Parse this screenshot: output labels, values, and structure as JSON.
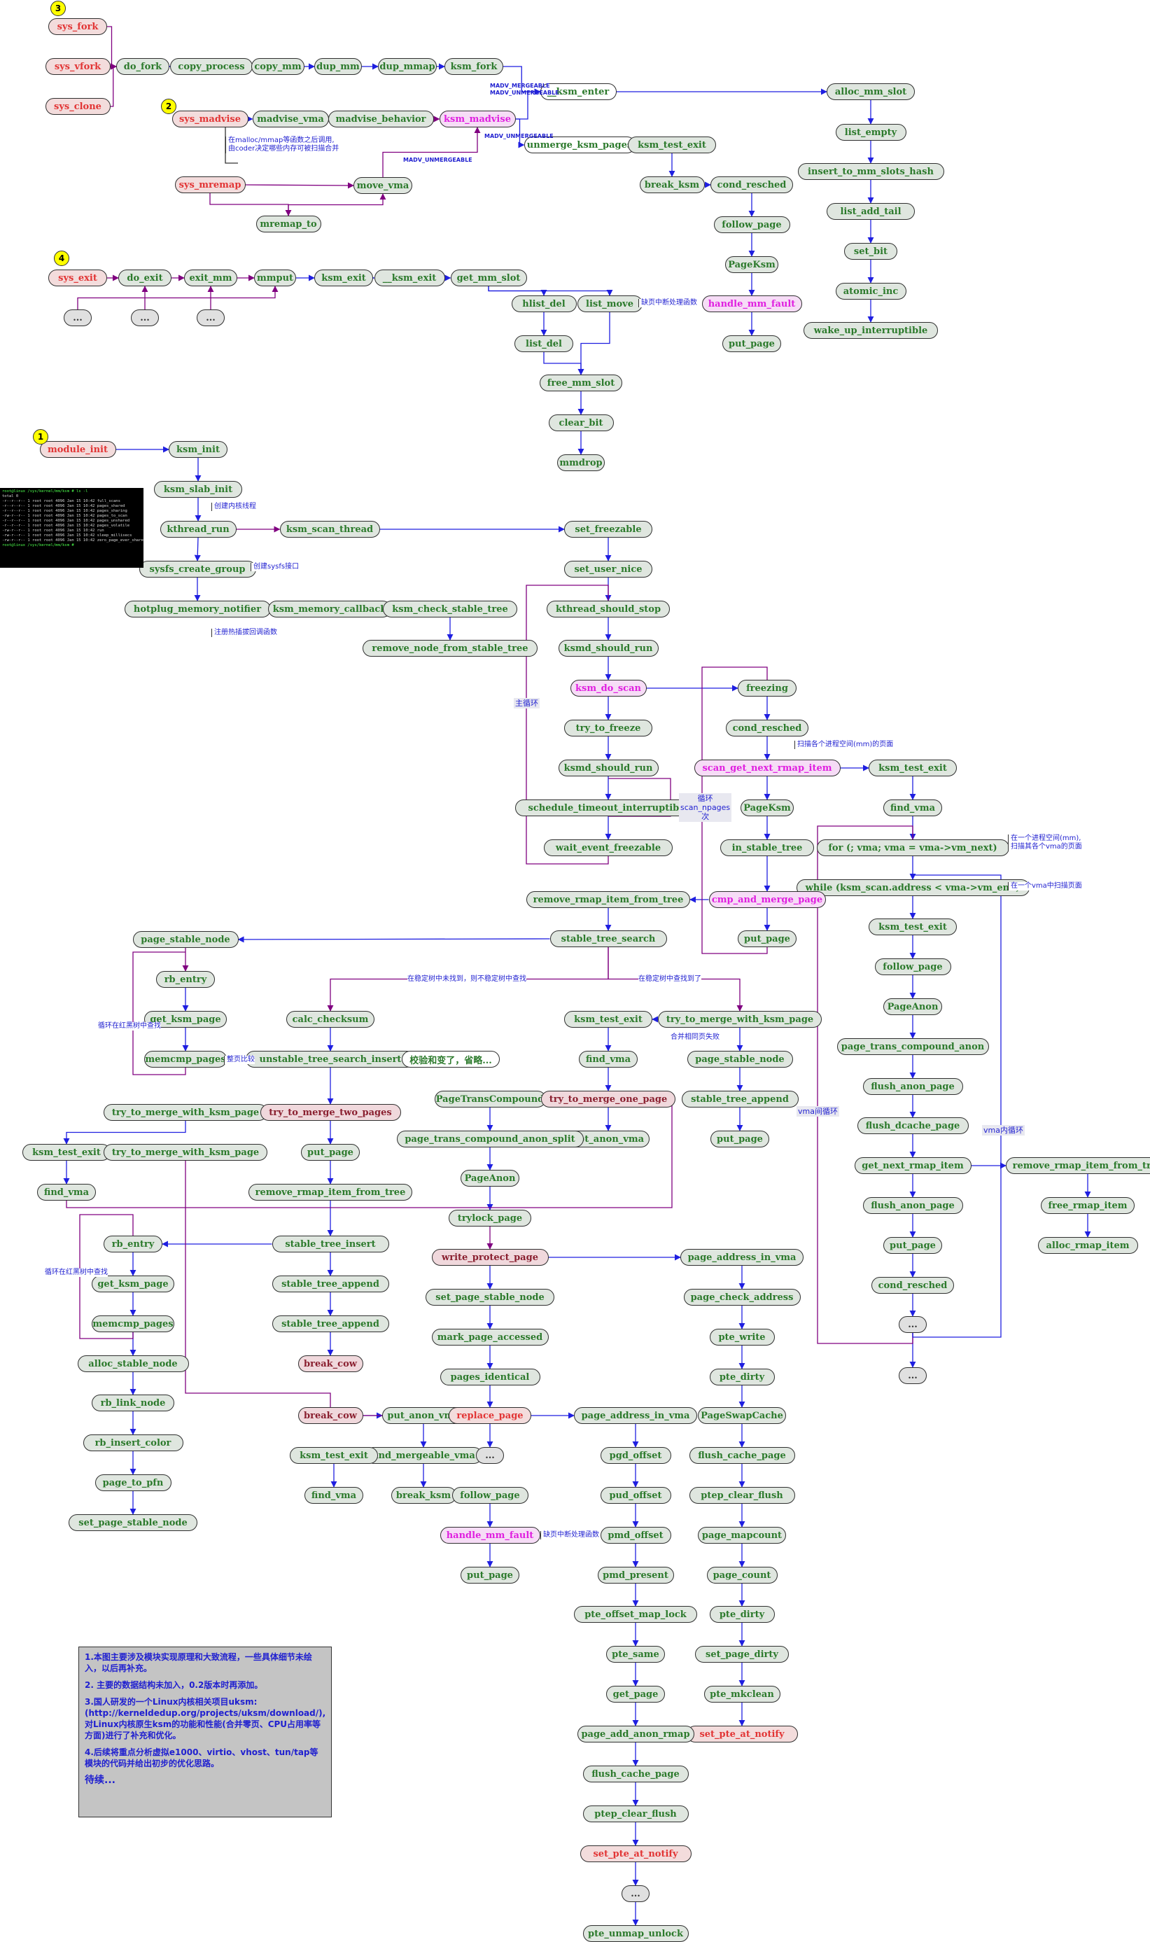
{
  "badges": [
    "1",
    "2",
    "3",
    "4"
  ],
  "nodes": {
    "n001": "sys_fork",
    "n002": "sys_vfork",
    "n003": "sys_clone",
    "n004": "do_fork",
    "n005": "copy_process",
    "n006": "copy_mm",
    "n007": "dup_mm",
    "n008": "dup_mmap",
    "n009": "ksm_fork",
    "n010": "__ksm_enter",
    "n011": "alloc_mm_slot",
    "n012": "list_empty",
    "n013": "insert_to_mm_slots_hash",
    "n014": "list_add_tail",
    "n015": "set_bit",
    "n016": "atomic_inc",
    "n017": "wake_up_interruptible",
    "n018": "sys_madvise",
    "n019": "madvise_vma",
    "n020": "madvise_behavior",
    "n021": "ksm_madvise",
    "n022": "unmerge_ksm_pages",
    "n023": "ksm_test_exit",
    "n024": "break_ksm",
    "n025": "cond_resched",
    "n026": "follow_page",
    "n027": "PageKsm",
    "n028": "handle_mm_fault",
    "n029": "put_page",
    "n030": "sys_mremap",
    "n031": "move_vma",
    "n032": "mremap_to",
    "n033": "sys_exit",
    "n034": "do_exit",
    "n035": "exit_mm",
    "n036": "mmput",
    "n037": "ksm_exit",
    "n038": "__ksm_exit",
    "n039": "get_mm_slot",
    "n040": "hlist_del",
    "n041": "list_move",
    "n042": "list_del",
    "n043": "free_mm_slot",
    "n044": "clear_bit",
    "n045": "mmdrop",
    "n046": "...",
    "n047": "...",
    "n048": "...",
    "n049": "module_init",
    "n050": "ksm_init",
    "n051": "ksm_slab_init",
    "n052": "kthread_run",
    "n053": "ksm_scan_thread",
    "n054": "set_freezable",
    "n055": "sysfs_create_group",
    "n056": "set_user_nice",
    "n057": "hotplug_memory_notifier",
    "n058": "ksm_memory_callback",
    "n059": "ksm_check_stable_tree",
    "n060": "remove_node_from_stable_tree",
    "n061": "kthread_should_stop",
    "n062": "ksmd_should_run",
    "n063": "ksm_do_scan",
    "n064": "try_to_freeze",
    "n065": "ksmd_should_run",
    "n066": "schedule_timeout_interruptible",
    "n067": "wait_event_freezable",
    "n068": "freezing",
    "n069": "cond_resched",
    "n070": "scan_get_next_rmap_item",
    "n071": "ksm_test_exit",
    "n072": "find_vma",
    "n073": "PageKsm",
    "n074": "in_stable_tree",
    "n075": "for (; vma; vma = vma->vm_next)",
    "n076": "while (ksm_scan.address < vma->vm_end)",
    "n077": "cmp_and_merge_page",
    "n078": "remove_rmap_item_from_tree",
    "n079": "put_page",
    "n080": "stable_tree_search",
    "n081": "ksm_test_exit",
    "n082": "follow_page",
    "n083": "PageAnon",
    "n084": "page_trans_compound_anon",
    "n085": "flush_anon_page",
    "n086": "flush_dcache_page",
    "n087": "get_next_rmap_item",
    "n088": "remove_rmap_item_from_tree",
    "n089": "free_rmap_item",
    "n090": "alloc_rmap_item",
    "n091": "flush_anon_page",
    "n092": "put_page",
    "n093": "cond_resched",
    "n094": "...",
    "n095": "...",
    "n096": "page_stable_node",
    "n097": "rb_entry",
    "n098": "get_ksm_page",
    "n099": "memcmp_pages",
    "n100": "calc_checksum",
    "n101": "unstable_tree_search_insert",
    "n102": "校验和变了，省略...",
    "n103": "ksm_test_exit",
    "n104": "try_to_merge_with_ksm_page",
    "n105": "find_vma",
    "n106": "page_stable_node",
    "n107": "stable_tree_append",
    "n108": "put_page",
    "n109": "PageTransCompound",
    "n110": "try_to_merge_one_page",
    "n111": "get_anon_vma",
    "n112": "page_trans_compound_anon_split",
    "n113": "PageAnon",
    "n114": "trylock_page",
    "n115": "try_to_merge_with_ksm_page",
    "n116": "try_to_merge_two_pages",
    "n117": "ksm_test_exit",
    "n118": "try_to_merge_with_ksm_page",
    "n119": "find_vma",
    "n120": "put_page",
    "n121": "remove_rmap_item_from_tree",
    "n122": "rb_entry",
    "n123": "get_ksm_page",
    "n124": "memcmp_pages",
    "n125": "alloc_stable_node",
    "n126": "rb_link_node",
    "n127": "rb_insert_color",
    "n128": "page_to_pfn",
    "n129": "set_page_stable_node",
    "n130": "stable_tree_insert",
    "n131": "stable_tree_append",
    "n132": "stable_tree_append",
    "n133": "break_cow",
    "n134": "break_cow",
    "n135": "put_anon_vma",
    "n136": "find_mergeable_vma",
    "n137": "ksm_test_exit",
    "n138": "find_vma",
    "n139": "break_ksm",
    "n140": "follow_page",
    "n141": "handle_mm_fault",
    "n142": "put_page",
    "n143": "write_protect_page",
    "n144": "set_page_stable_node",
    "n145": "mark_page_accessed",
    "n146": "pages_identical",
    "n147": "replace_page",
    "n148": "...",
    "n149": "page_address_in_vma",
    "n150": "page_check_address",
    "n151": "pte_write",
    "n152": "pte_dirty",
    "n153": "PageSwapCache",
    "n154": "flush_cache_page",
    "n155": "ptep_clear_flush",
    "n156": "page_mapcount",
    "n157": "page_count",
    "n158": "pte_dirty",
    "n159": "set_page_dirty",
    "n160": "pte_mkclean",
    "n161": "set_pte_at_notify",
    "n162": "page_address_in_vma",
    "n163": "pgd_offset",
    "n164": "pud_offset",
    "n165": "pmd_offset",
    "n166": "pmd_present",
    "n167": "pte_offset_map_lock",
    "n168": "pte_same",
    "n169": "get_page",
    "n170": "page_add_anon_rmap",
    "n171": "flush_cache_page",
    "n172": "ptep_clear_flush",
    "n173": "set_pte_at_notify",
    "n174": "...",
    "n175": "pte_unmap_unlock"
  },
  "annotations": {
    "madvise_note_1": "在malloc/mmap等函数之后调用,",
    "madvise_note_2": "由coder决定哪些内存可被扫描合并",
    "kthread_note": "创建内核线程",
    "sysfs_note": "创建sysfs接口",
    "hotplug_note": "注册热插拔回调函数",
    "fault_note_1": "缺页中断处理函数",
    "scan_note": "扫描各个进程空间(mm)的页面",
    "for_note_1": "在一个进程空间(mm),",
    "for_note_2": "扫描其各个vma的页面",
    "while_note": "在一个vma中扫描页面",
    "merge_note": "合并相同页失败",
    "memcmp_note": "整页比较",
    "stable_not_found": "在稳定树中未找到，则不稳定树中查找",
    "stable_found": "在稳定树中查找到了",
    "fault_note_2": "缺页中断处理函数",
    "rb_loop_1": "循环在红黑树中查找",
    "rb_loop_2": "循环在红黑树中查找"
  },
  "edge_labels": {
    "mergeable": "MADV_MERGEABLE",
    "unmergeable_1": "MADV_UNMERGEABLE",
    "unmergeable_2": "MADV_UNMERGEABLE",
    "unmergeable_3": "MADV_UNMERGEABLE"
  },
  "loops": {
    "main": "主循环",
    "scan_1": "循环",
    "scan_2": "scan_npages",
    "scan_3": "次",
    "vma_inter": "vma间循环",
    "vma_inner": "vma内循环"
  },
  "notes": {
    "p1": "1.本图主要涉及模块实现原理和大致流程，一些具体细节未绘入，以后再补充。",
    "p2": "2. 主要的数据结构未加入，0.2版本时再添加。",
    "p3": "3.国人研发的一个Linux内核相关项目uksm: (http://kerneldedup.org/projects/uksm/download/), 对Linux内核原生ksm的功能和性能(合并零页、CPU占用率等方面)进行了补充和优化。",
    "p4": "4.后续将重点分析虚拟e1000、virtio、vhost、tun/tap等模块的代码并给出初步的优化思路。",
    "p5": "待续..."
  },
  "terminal": [
    "root@linux /sys/kernel/mm/ksm # ls -l",
    "total 0",
    "-r--r--r-- 1 root root 4096 Jan 15 10:42 full_scans",
    "-r--r--r-- 1 root root 4096 Jan 15 10:42 pages_shared",
    "-r--r--r-- 1 root root 4096 Jan 15 10:42 pages_sharing",
    "-rw-r--r-- 1 root root 4096 Jan 15 10:42 pages_to_scan",
    "-r--r--r-- 1 root root 4096 Jan 15 10:42 pages_unshared",
    "-r--r--r-- 1 root root 4096 Jan 15 10:42 pages_volatile",
    "-rw-r--r-- 1 root root 4096 Jan 15 10:42 run",
    "-rw-r--r-- 1 root root 4096 Jan 15 10:42 sleep_millisecs",
    "-rw-r--r-- 1 root root 4096 Jan 15 10:42 zero_page_ever_shared",
    "root@linux /sys/kernel/mm/ksm #"
  ],
  "colors": {
    "node_fill": "#dfe6df",
    "node_text": "#2c7a2c",
    "entry_fill": "#f3dcdc",
    "entry_text": "#e23535",
    "hot_fill": "#f6dcf6",
    "hot_text": "#e020e0",
    "edge_blue": "#1f1fe0",
    "edge_purple": "#800080"
  }
}
